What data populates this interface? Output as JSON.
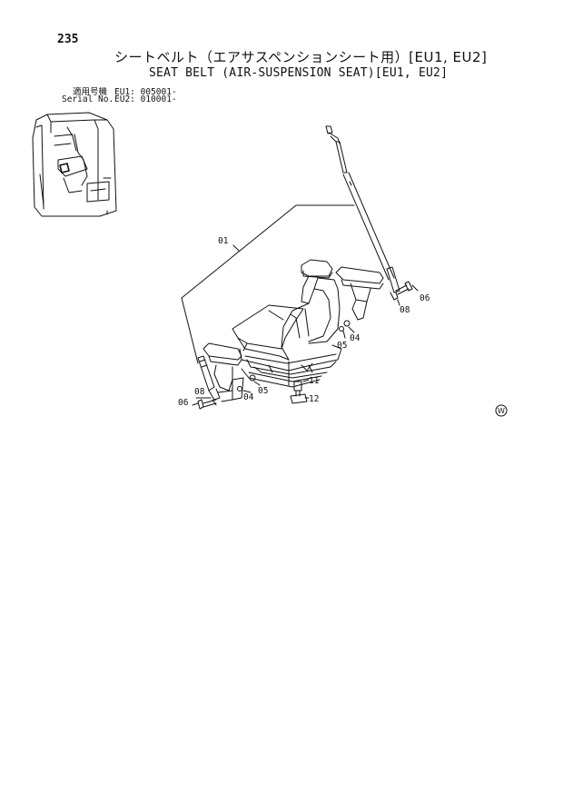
{
  "header": {
    "page_number": "235",
    "title_jp": "シートベルト（エアサスペンションシート用）[EU1, EU2]",
    "title_en": "SEAT BELT (AIR-SUSPENSION SEAT)[EU1, EU2]"
  },
  "serial": {
    "row1_label": "適用号機",
    "row1_value": "EU1: 005001-",
    "row2_label": "Serial No.",
    "row2_value": "EU2: 010001-"
  },
  "parts": {
    "p01": "01",
    "p04_left": "04",
    "p05_left": "05",
    "p06_left": "06",
    "p08_left": "08",
    "p04_right": "04",
    "p05_right": "05",
    "p06_right": "06",
    "p08_right": "08",
    "p11": "11",
    "p12": "12"
  },
  "marks": {
    "w_mark": "W"
  }
}
